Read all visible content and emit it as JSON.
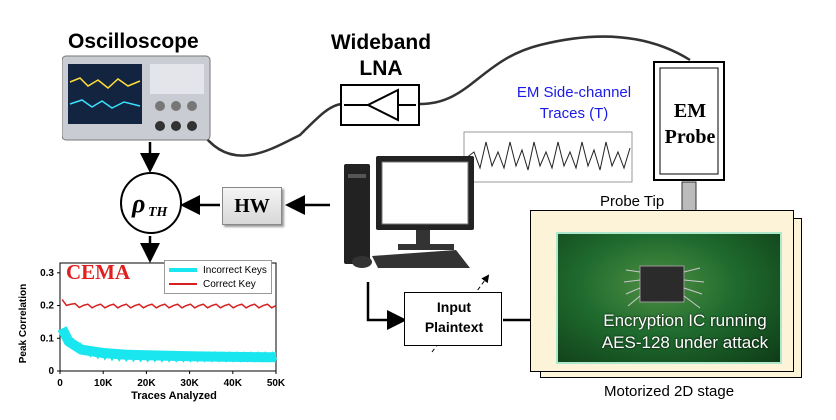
{
  "labels": {
    "oscilloscope": "Oscilloscope",
    "lna_line1": "Wideband",
    "lna_line2": "LNA",
    "em_traces_line1": "EM Side-channel",
    "em_traces_line2": "Traces (T)",
    "em_probe_line1": "EM",
    "em_probe_line2": "Probe",
    "hw": "HW",
    "rho_base": "ρ",
    "rho_sub": "TH",
    "input_line1": "Input",
    "input_line2": "Plaintext",
    "probe_tip": "Probe Tip",
    "ic_line1": "Encryption IC running",
    "ic_line2": "AES-128 under attack",
    "stage": "Motorized 2D stage",
    "cema": "CEMA"
  },
  "colors": {
    "incorrect": "#19e6ee",
    "correct": "#d62020",
    "trace_text": "#1a1ae6",
    "board": "#fdf3d8",
    "pcb": "#1f6b2e"
  },
  "chart_data": {
    "type": "line",
    "xlabel": "Traces Analyzed",
    "ylabel": "Peak Correlation",
    "x_ticks": [
      "0",
      "10K",
      "20K",
      "30K",
      "40K",
      "50K"
    ],
    "y_ticks": [
      "0",
      "0.1",
      "0.2",
      "0.3"
    ],
    "xlim": [
      0,
      50000
    ],
    "ylim": [
      0,
      0.33
    ],
    "series": [
      {
        "name": "Incorrect Keys",
        "x": [
          500,
          2000,
          5000,
          10000,
          15000,
          20000,
          30000,
          40000,
          50000
        ],
        "y": [
          0.13,
          0.09,
          0.065,
          0.055,
          0.05,
          0.048,
          0.045,
          0.043,
          0.042
        ]
      },
      {
        "name": "Correct Key",
        "x": [
          500,
          2000,
          5000,
          10000,
          15000,
          20000,
          30000,
          40000,
          50000
        ],
        "y": [
          0.22,
          0.205,
          0.2,
          0.2,
          0.198,
          0.2,
          0.197,
          0.2,
          0.196
        ]
      }
    ]
  }
}
